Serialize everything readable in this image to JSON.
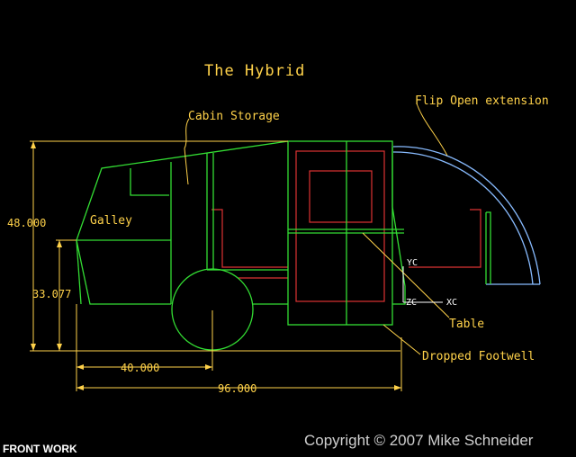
{
  "diagram": {
    "title": "The Hybrid",
    "labels": {
      "cabin_storage": "Cabin Storage",
      "flip_open": "Flip Open extension",
      "galley": "Galley",
      "table": "Table",
      "dropped_footwell": "Dropped Footwell",
      "yc": "YC",
      "zc": "ZC",
      "xc": "XC"
    },
    "dimensions": {
      "overall_height": "48.000",
      "floor_height": "33.077",
      "axle_position": "40.000",
      "overall_length": "96.000"
    },
    "colors": {
      "background": "#000000",
      "body_outline": "#33dd33",
      "interior": "#dd3333",
      "extension": "#88bbff",
      "annotation": "#ffd24a",
      "axis": "#ffffff"
    }
  },
  "footer": {
    "view_name": "FRONT WORK",
    "copyright": "Copyright © 2007 Mike Schneider"
  }
}
